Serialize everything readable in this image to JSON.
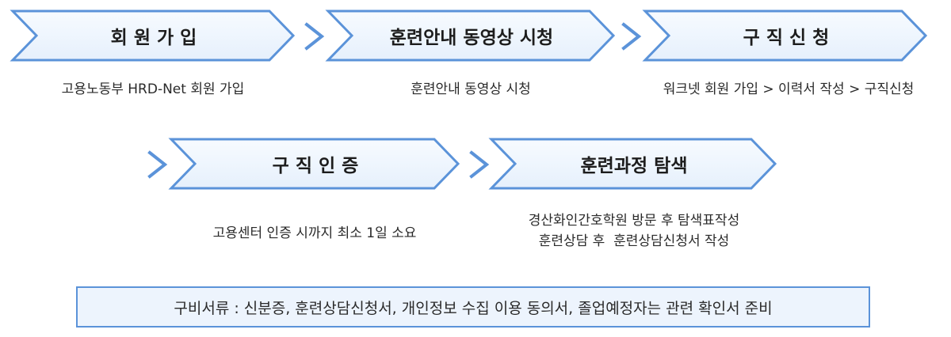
{
  "steps": [
    {
      "title": "회 원 가 입",
      "desc": [
        "고용노동부 HRD-Net 회원 가입"
      ]
    },
    {
      "title": "훈련안내 동영상 시청",
      "desc": [
        "훈련안내 동영상 시청"
      ]
    },
    {
      "title": "구 직 신 청",
      "desc": [
        "워크넷 회원 가입 > 이력서 작성 > 구직신청"
      ]
    },
    {
      "title": "구 직 인 증",
      "desc": [
        "고용센터 인증 시까지 최소 1일 소요"
      ]
    },
    {
      "title": "훈련과정 탐색",
      "desc": [
        "경산화인간호학원 방문 후 탐색표작성",
        "훈련상담 후  훈련상담신청서 작성"
      ]
    }
  ],
  "required_docs": "구비서류 : 신분증, 훈련상담신청서, 개인정보 수집 이용 동의서, 졸업예정자는 관련 확인서 준비",
  "colors": {
    "arrow_fill": "#eef5fd",
    "arrow_stroke": "#5b93d9",
    "chevron": "#5b93d9",
    "box_fill": "#edf4fd",
    "box_border": "#5b93d9"
  }
}
